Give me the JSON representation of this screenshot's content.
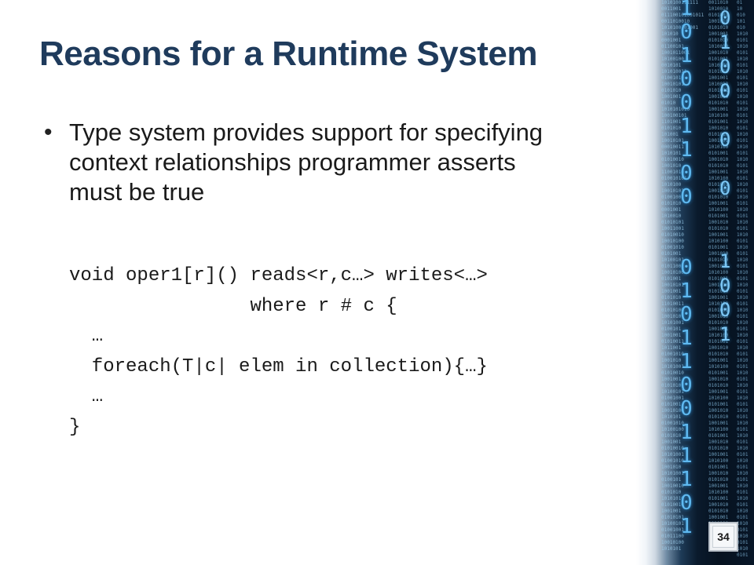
{
  "slide": {
    "title": "Reasons for a Runtime System",
    "bullets": [
      {
        "text": "Type system provides support for specifying context relationships programmer asserts must be true"
      }
    ],
    "code_lines": [
      "void oper1[r]() reads<r,c…> writes<…>",
      "                where r # c {",
      "  …",
      "  foreach(T|c| elem in collection){…}",
      "  …",
      "}"
    ],
    "page_number": "34",
    "bullet_symbol": "•"
  },
  "decoration": {
    "type": "binary-digits-strip",
    "colors": {
      "glow": "#5fb9f0",
      "background": "#0a1a2c"
    }
  },
  "colors": {
    "title": "#1f3b5c",
    "text": "#1a1a1a"
  }
}
